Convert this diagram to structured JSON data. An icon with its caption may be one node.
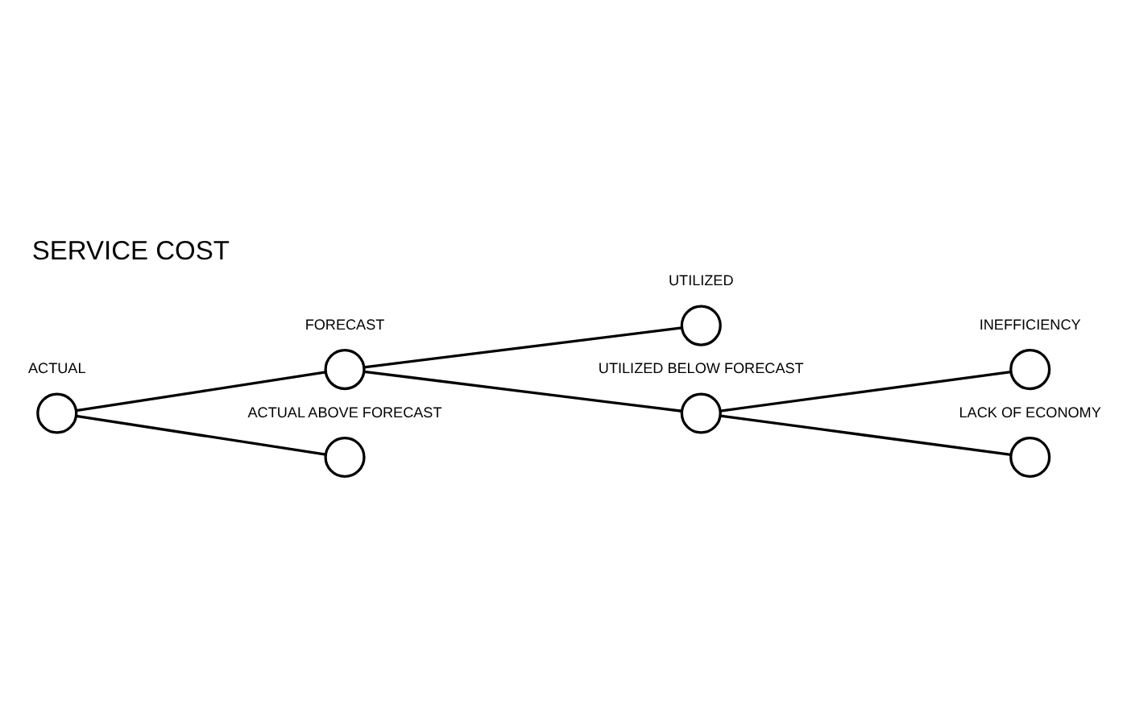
{
  "diagram": {
    "title": "SERVICE COST",
    "nodes": [
      {
        "text": [],
        "shape": "circle",
        "beside": [
          "ACTUAL"
        ]
      },
      {
        "text": [],
        "shape": "circle",
        "beside": [
          "FORECAST"
        ]
      },
      {
        "text": [],
        "shape": "circle",
        "beside": [
          "UTILIZED"
        ]
      },
      {
        "text": [],
        "shape": "circle",
        "beside": [
          "UTILIZED BELOW FORECAST"
        ]
      },
      {
        "text": [],
        "shape": "circle",
        "beside": [
          "INEFFICIENCY"
        ]
      },
      {
        "text": [],
        "shape": "circle",
        "beside": [
          "LACK OF ECONOMY"
        ]
      },
      {
        "text": [],
        "shape": "circle",
        "beside": [
          "ACTUAL ABOVE FORECAST"
        ]
      }
    ],
    "edges": [
      {
        "from": 0,
        "to": 1,
        "arrow": "none"
      },
      {
        "from": 0,
        "to": 6,
        "arrow": "none"
      },
      {
        "from": 1,
        "to": 2,
        "arrow": "none"
      },
      {
        "from": 1,
        "to": 3,
        "arrow": "none"
      },
      {
        "from": 3,
        "to": 4,
        "arrow": "none"
      },
      {
        "from": 3,
        "to": 5,
        "arrow": "none"
      }
    ]
  }
}
